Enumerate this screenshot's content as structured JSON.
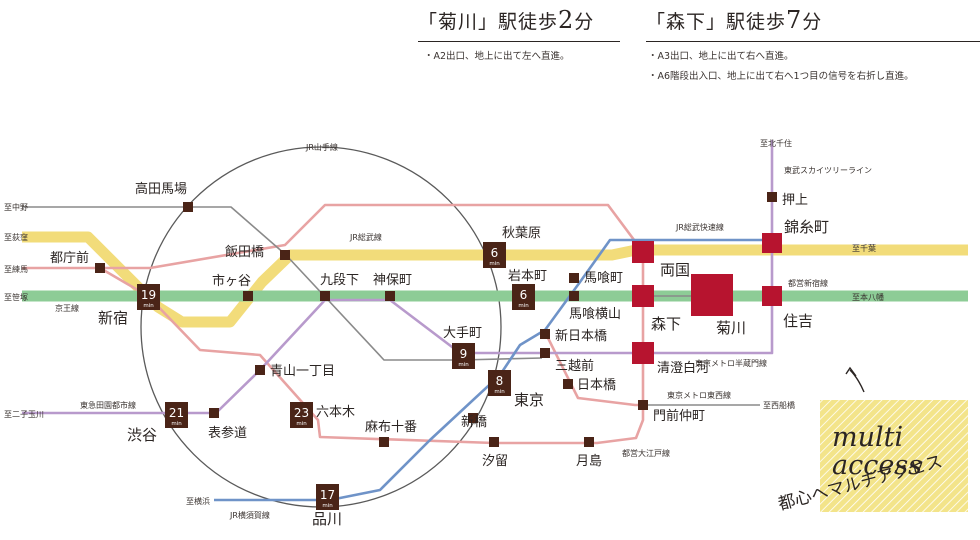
{
  "header": {
    "kikukawa": {
      "title_pre": "「菊川」駅徒歩",
      "minutes": "2",
      "title_post": "分",
      "note1": "・A2出口、地上に出て左へ直進。"
    },
    "morishita": {
      "title_pre": "「森下」駅徒歩",
      "minutes": "7",
      "title_post": "分",
      "note1": "・A3出口、地上に出て右へ直進。",
      "note2": "・A6階段出入口、地上に出て右へ1つ目の信号を右折し直進。"
    }
  },
  "stations": {
    "takadanobaba": "高田馬場",
    "iidabashi": "飯田橋",
    "ichigaya": "市ヶ谷",
    "tochomae": "都庁前",
    "shinjuku": "新宿",
    "kudanshita": "九段下",
    "jimbocho": "神保町",
    "akihabara": "秋葉原",
    "iwamotocho": "岩本町",
    "bakurocho": "馬喰町",
    "bakuroyokoyama": "馬喰横山",
    "ryogoku": "両国",
    "kinshicho": "錦糸町",
    "oshiage": "押上",
    "morishita": "森下",
    "kikukawa": "菊川",
    "sumiyoshi": "住吉",
    "shinnihombashi": "新日本橋",
    "otemachi": "大手町",
    "mitsukoshimae": "三越前",
    "nihombashi": "日本橋",
    "kiyosumishirakawa": "清澄白河",
    "tokyo": "東京",
    "aoyamaitchome": "青山一丁目",
    "roppongi": "六本木",
    "monzennakacho": "門前仲町",
    "shibuya": "渋谷",
    "omotesando": "表参道",
    "azabujuban": "麻布十番",
    "shimbashi": "新橋",
    "shiodome": "汐留",
    "tsukishima": "月島",
    "shinagawa": "品川"
  },
  "minutes": {
    "shinjuku": "19",
    "akihabara": "6",
    "iwamotocho": "6",
    "otemachi": "9",
    "tokyo": "8",
    "shibuya": "21",
    "roppongi": "23",
    "shinagawa": "17",
    "unit": "min"
  },
  "lines": {
    "yamanote": "JR山手線",
    "sobu": "JR総武線",
    "sobu_rapid": "JR総武快速線",
    "keio": "京王線",
    "toshin_shinjuku": "都営新宿線",
    "hanzomon": "東京メトロ半蔵門線",
    "tozai": "東京メトロ東西線",
    "oedo": "都営大江戸線",
    "denentoshi": "東急田園都市線",
    "yokosuka": "JR横須賀線",
    "skytree": "東武スカイツリーライン"
  },
  "destinations": {
    "nakano": "至中野",
    "ogikubo": "至荻窪",
    "nerima": "至練馬",
    "sasazuka": "至笹塚",
    "futakotamagawa": "至二子玉川",
    "yokohama": "至横浜",
    "kitasenju": "至北千住",
    "chiba": "至千葉",
    "motoyawata": "至本八幡",
    "nishifunabashi": "至西船橋"
  },
  "badge": {
    "line1": "multi",
    "line2": "access",
    "sub": "都心へマルチアクセス"
  },
  "colors": {
    "sobu": "#f2dc7a",
    "shinjuku_line": "#8dcc96",
    "yamanote": "#5a5a5a",
    "oedo_arc": "#e8a3a3",
    "hanzomon": "#b89acc",
    "tozai": "#8a8a8a",
    "sobu_rapid": "#6f93c8",
    "station": "#4a2417",
    "highlight": "#b7142f",
    "badge": "#f3e48a"
  }
}
